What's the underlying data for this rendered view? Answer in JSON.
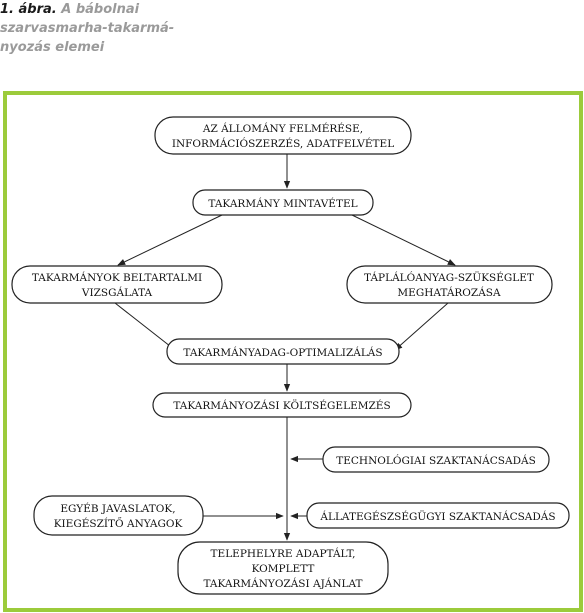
{
  "caption": {
    "number": "1. ábra.",
    "title_line1": "A bábolnai",
    "title_line2": "szarvasmarha-takarmá-",
    "title_line3": "nyozás elemei"
  },
  "nodes": {
    "assessment": [
      "AZ ÁLLOMÁNY FELMÉRÉSE,",
      "INFORMÁCIÓSZERZÉS, ADATFELVÉTEL"
    ],
    "sampling": [
      "TAKARMÁNY MINTAVÉTEL"
    ],
    "analysis": [
      "TAKARMÁNYOK BELTARTALMI",
      "VIZSGÁLATA"
    ],
    "requirement": [
      "TÁPLÁLÓANYAG-SZÜKSÉGLET",
      "MEGHATÁROZÁSA"
    ],
    "optimization": [
      "TAKARMÁNYADAG-OPTIMALIZÁLÁS"
    ],
    "cost": [
      "TAKARMÁNYOZÁSI  KÖLTSÉGELEMZÉS"
    ],
    "tech_advice": [
      "TECHNOLÓGIAI SZAKTANÁCSADÁS"
    ],
    "other": [
      "EGYÉB JAVASLATOK,",
      "KIEGÉSZÍTŐ ANYAGOK"
    ],
    "vet_advice": [
      "ÁLLATEGÉSZSÉGÜGYI SZAKTANÁCSADÁS"
    ],
    "final": [
      "TELEPHELYRE ADAPTÁLT,",
      "KOMPLETT",
      "TAKARMÁNYOZÁSI AJÁNLAT"
    ]
  }
}
